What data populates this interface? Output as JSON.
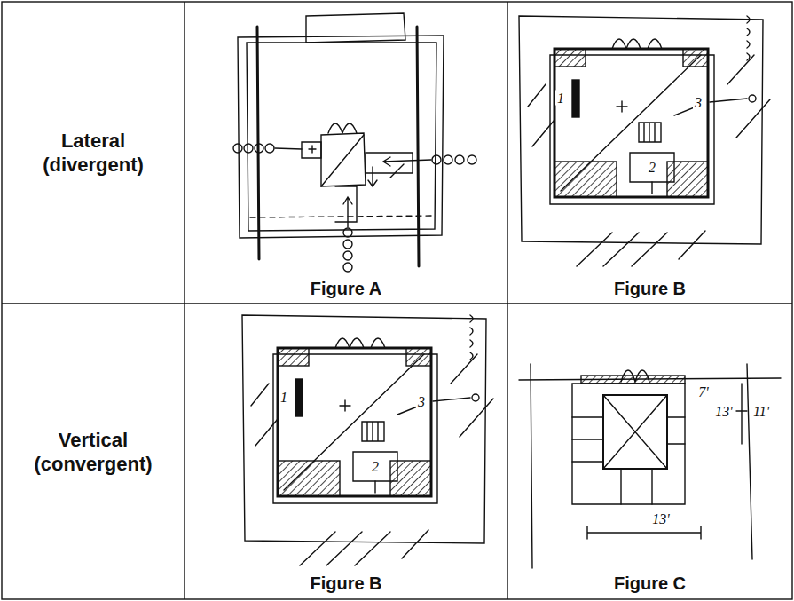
{
  "diagram": {
    "nodes": [
      {
        "text": [
          "Lateral (divergent)"
        ]
      },
      {
        "text": [
          "Figure A"
        ]
      },
      {
        "text": [
          "Figure B"
        ]
      },
      {
        "text": [
          "Vertical (convergent)"
        ]
      },
      {
        "text": [
          "Figure B"
        ]
      },
      {
        "text": [
          "Figure C"
        ]
      }
    ],
    "labels": [
      "1",
      "3",
      "2",
      "1",
      "3",
      "2",
      "7'",
      "13'",
      "11'",
      "13'"
    ]
  }
}
